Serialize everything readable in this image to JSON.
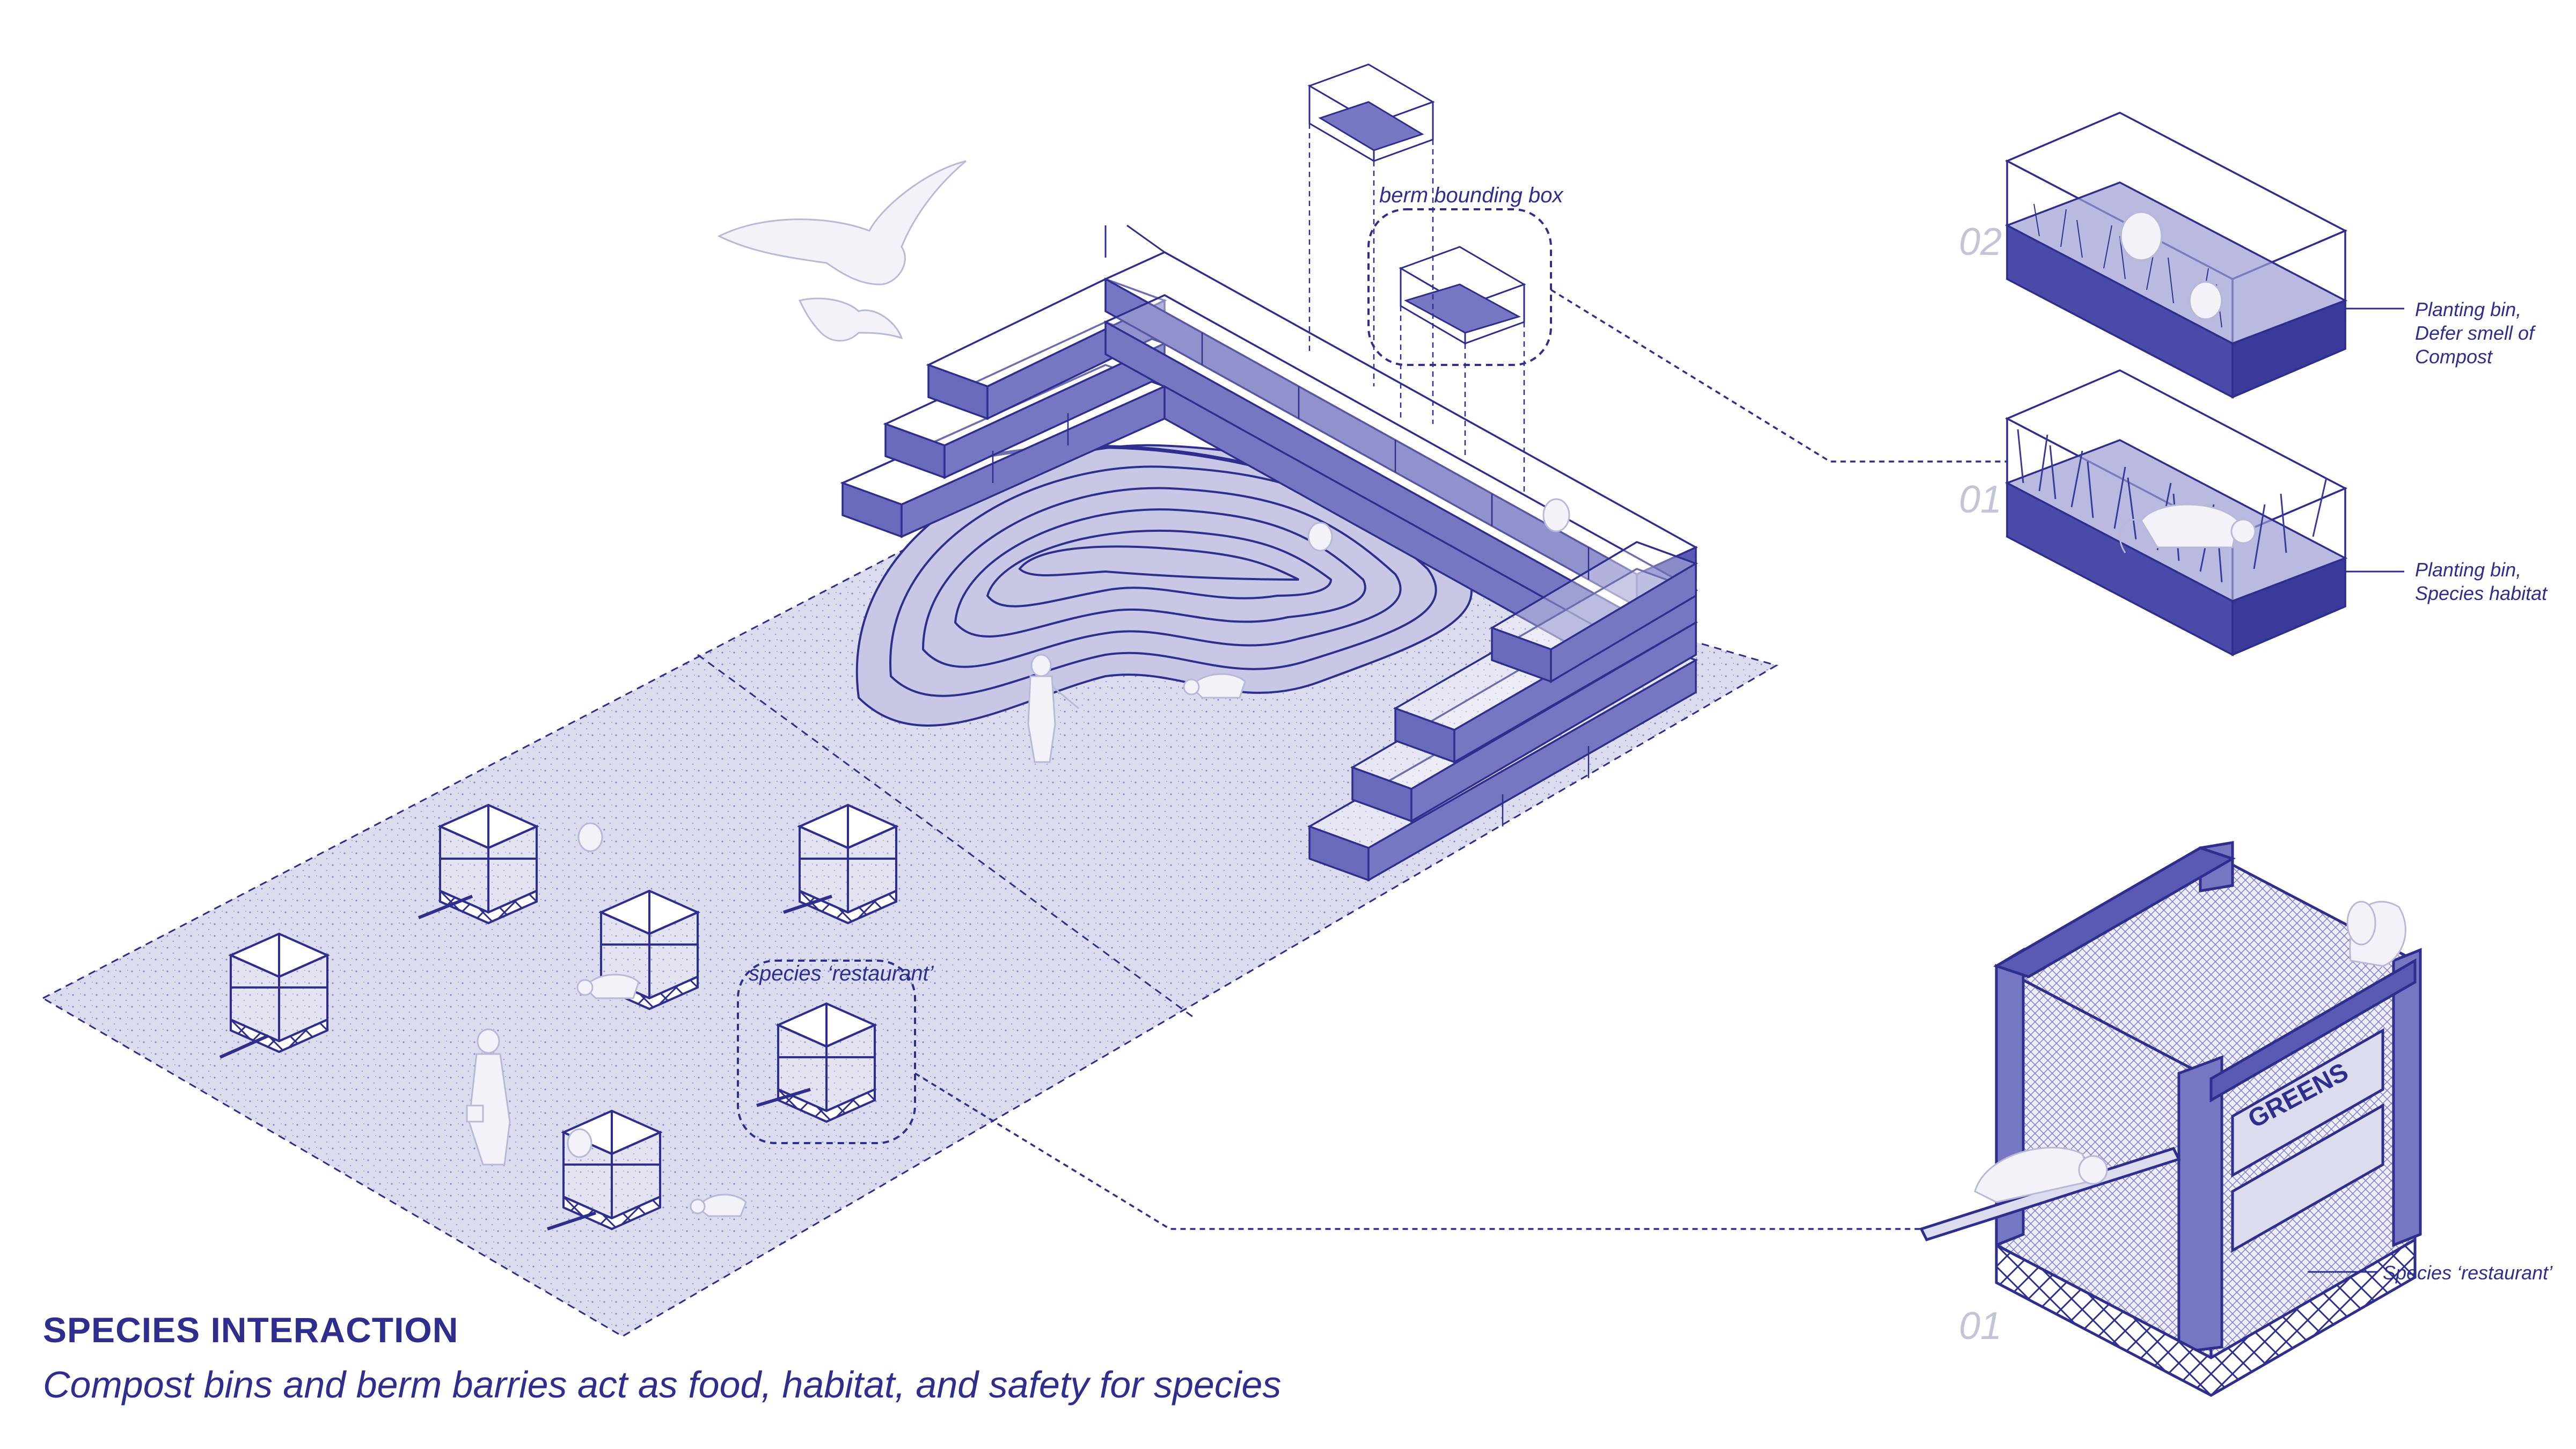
{
  "figure": {
    "title": "SPECIES INTERACTION",
    "subtitle": "Compost bins and berm barries act as food, habitat, and safety for species"
  },
  "annotations": {
    "berm_bounding_box": "berm bounding box",
    "species_restaurant_site": "species ‘restaurant’",
    "planting_bin_02": "Planting bin,\nDefer smell of\nCompost",
    "planting_bin_01": "Planting bin,\nSpecies habitat",
    "restaurant_detail": "Species ‘restaurant’",
    "bin_sign": "GREENS"
  },
  "detail_numbers": {
    "bin_02": "02",
    "bin_01": "01",
    "restaurant": "01"
  },
  "colors": {
    "line": "#2e2e8e",
    "fill_light": "#dcdcef",
    "fill_mid": "#7676c2",
    "fill_dark": "#4a4aa8",
    "ghost": "#f2f2f8",
    "number_grey": "#c4c4d8"
  }
}
